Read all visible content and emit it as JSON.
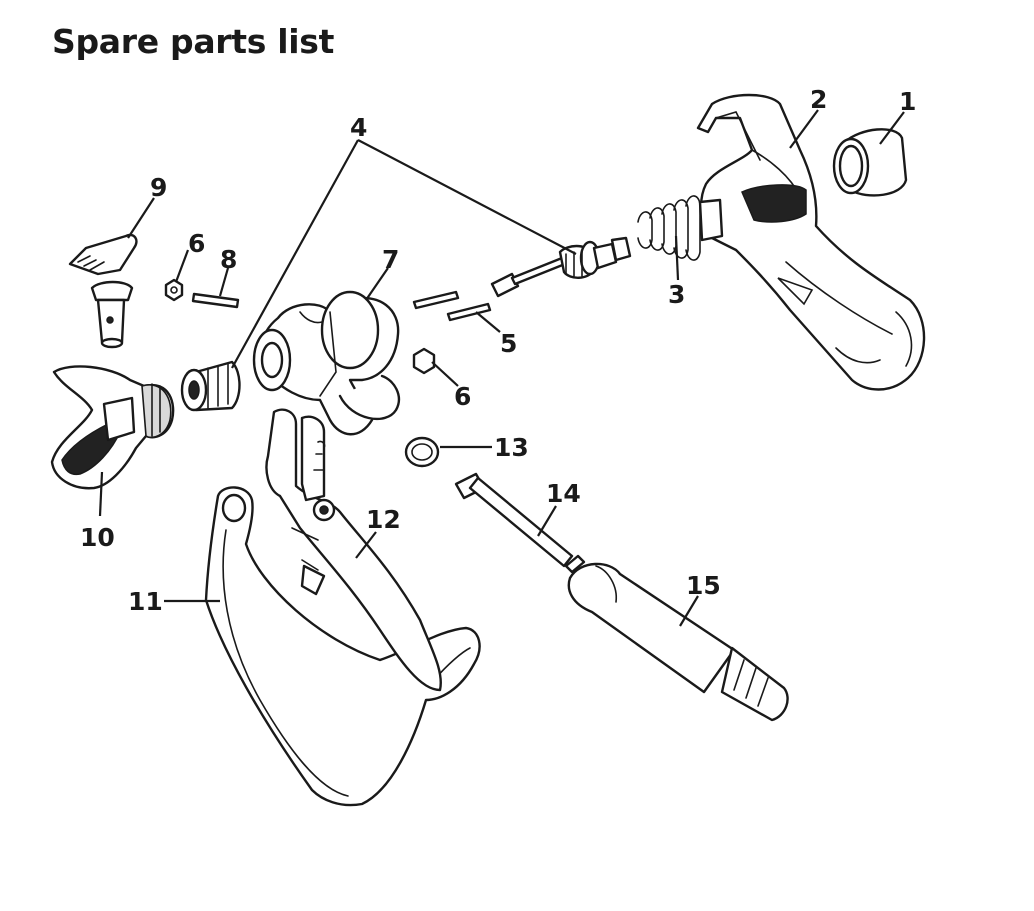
{
  "page": {
    "title": "Spare parts list"
  },
  "callouts": [
    {
      "id": "1",
      "text": "1"
    },
    {
      "id": "2",
      "text": "2"
    },
    {
      "id": "3",
      "text": "3"
    },
    {
      "id": "4",
      "text": "4"
    },
    {
      "id": "5",
      "text": "5"
    },
    {
      "id": "6a",
      "text": "6"
    },
    {
      "id": "6b",
      "text": "6"
    },
    {
      "id": "7",
      "text": "7"
    },
    {
      "id": "8",
      "text": "8"
    },
    {
      "id": "9",
      "text": "9"
    },
    {
      "id": "10",
      "text": "10"
    },
    {
      "id": "11",
      "text": "11"
    },
    {
      "id": "12",
      "text": "12"
    },
    {
      "id": "13",
      "text": "13"
    },
    {
      "id": "14",
      "text": "14"
    },
    {
      "id": "15",
      "text": "15"
    }
  ],
  "colors": {
    "ink": "#1a1a1a",
    "background": "#ffffff"
  }
}
